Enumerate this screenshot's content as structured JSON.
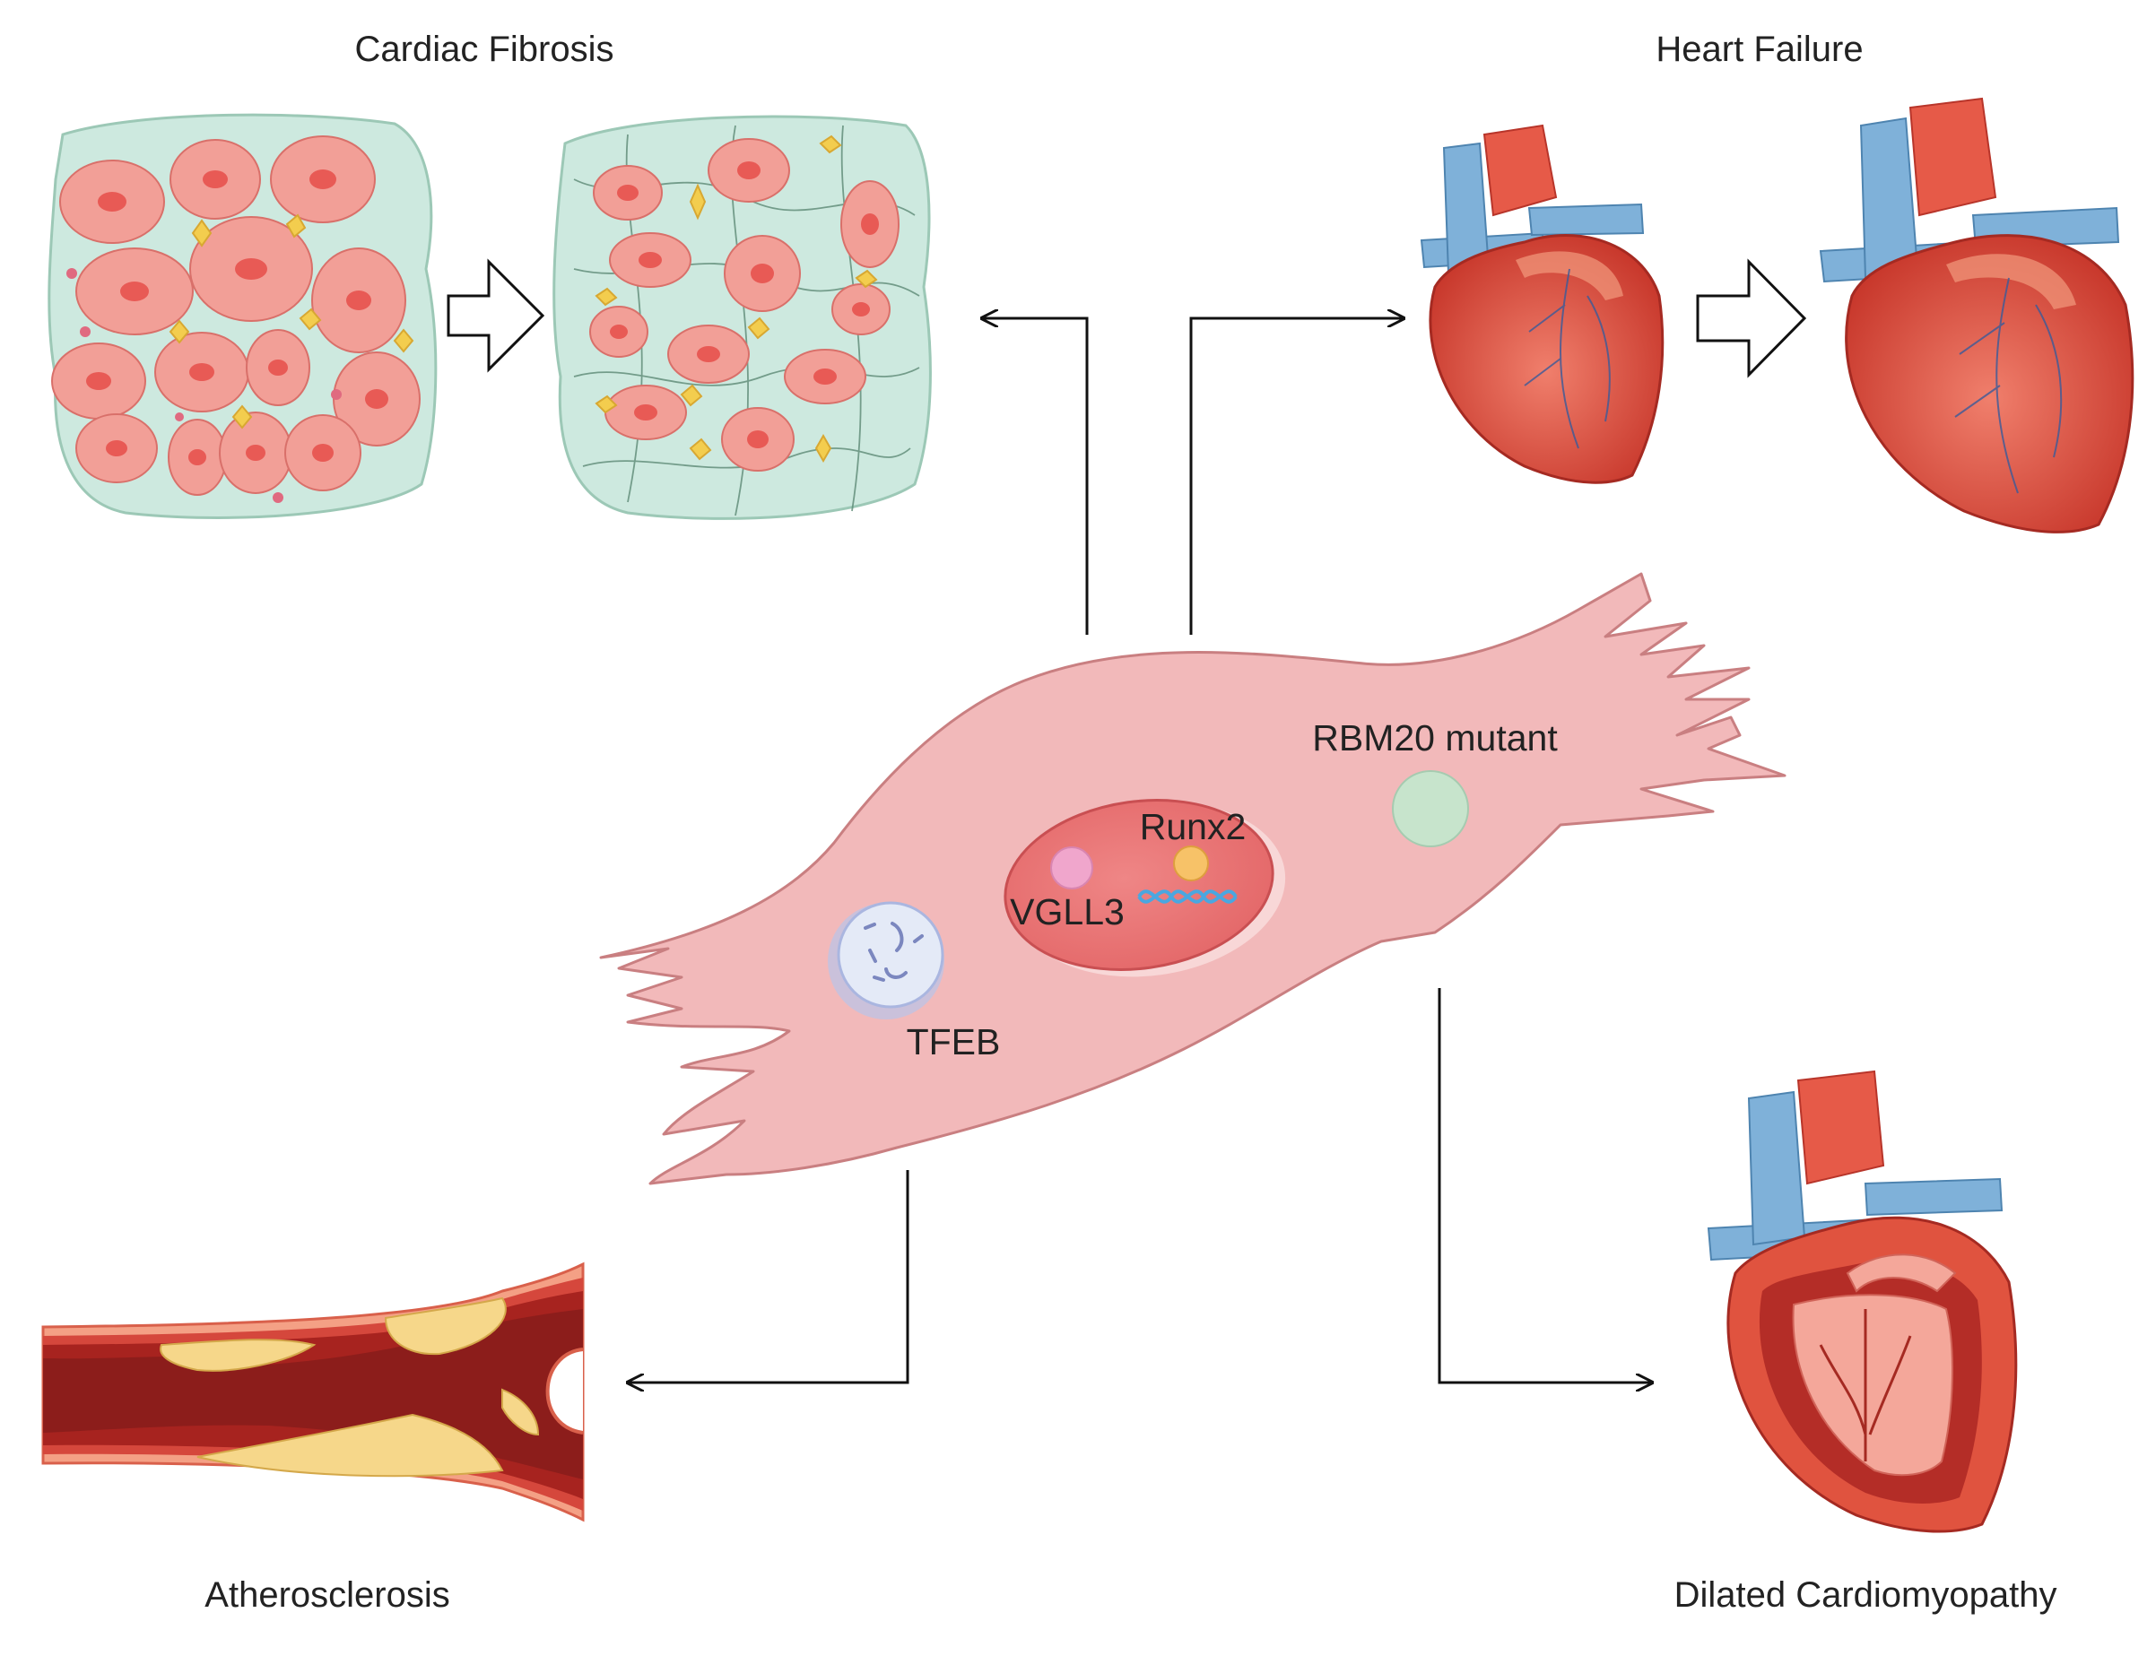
{
  "titles": {
    "cardiac_fibrosis": "Cardiac Fibrosis",
    "heart_failure": "Heart Failure",
    "atherosclerosis": "Atherosclerosis",
    "dilated_cardiomyopathy": "Dilated Cardiomyopathy"
  },
  "cell_labels": {
    "rbm20": "RBM20 mutant",
    "runx2": "Runx2",
    "vgll3": "VGLL3",
    "tfeb": "TFEB"
  },
  "icons": [
    "tissue-normal-icon",
    "tissue-fibrotic-icon",
    "heart-icon",
    "enlarged-heart-icon",
    "artery-plaque-icon",
    "heart-section-icon",
    "cardiomyocyte-icon",
    "lysosome-icon",
    "dna-icon",
    "hollow-arrow-icon"
  ],
  "colors": {
    "cell": "#f2b9ba",
    "cell_stroke": "#c97f81",
    "nucleus": "#ea7475",
    "tissue_bg": "#cde9df",
    "myocyte": "#f29f97",
    "fibroblast": "#f3cd4e",
    "vein_blue": "#7fb1d9",
    "heart_red": "#e0533f",
    "plaque": "#f6d78a",
    "arrow": "#111111"
  }
}
